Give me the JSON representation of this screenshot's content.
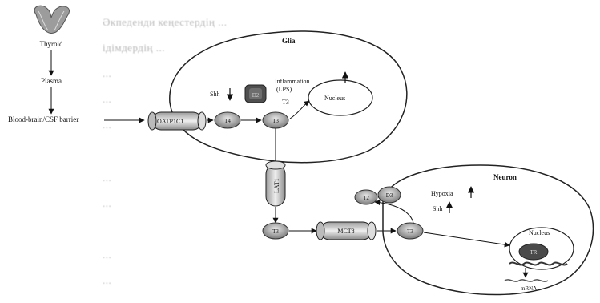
{
  "background_lines": [
    "Әкпеденди кеңестердің ... ",
    "ідімдердің ... ",
    "...",
    "...",
    "...",
    "...",
    "...",
    "...",
    "..."
  ],
  "labels": {
    "thyroid": "Thyroid",
    "plasma": "Plasma",
    "barrier": "Blood-brain/CSF barrier",
    "glia": "Glia",
    "oatp1c1": "OATP1C1",
    "t4_glia": "T4",
    "shh_glia": "Shh",
    "d2": "D2",
    "inflammation": "Inflammation",
    "lps": "(LPS)",
    "t3_glia_top": "T3",
    "t3_glia": "T3",
    "nucleus_glia": "Nucleus",
    "lat1": "LAT1",
    "t3_extracellular": "T3",
    "mct8": "MCT8",
    "t3_neuron_in": "T3",
    "neuron": "Neuron",
    "t2": "T2",
    "d3": "D3",
    "hypoxia": "Hypoxia",
    "shh_neuron": "Shh",
    "nucleus_neuron": "Nucleus",
    "tr": "TR",
    "mrna": "mRNA"
  }
}
